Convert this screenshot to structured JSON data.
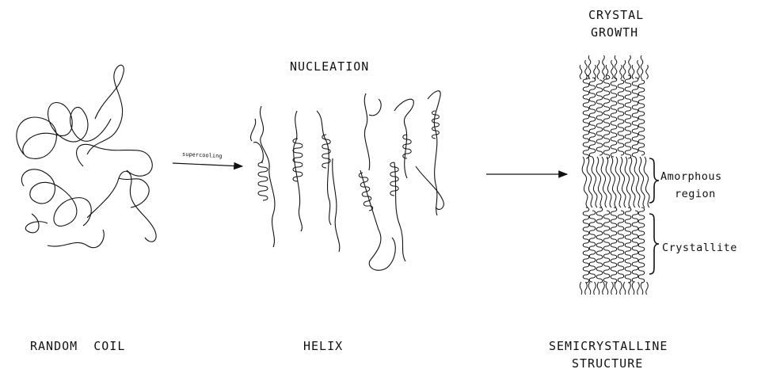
{
  "labels": {
    "crystal": "CRYSTAL",
    "growth": "GROWTH",
    "nucleation": "NUCLEATION",
    "amorphous": "Amorphous",
    "region": "region",
    "crystallite": "Crystallite",
    "random_coil": "RANDOM  COIL",
    "helix": "HELIX",
    "semicrystalline": "SEMICRYSTALLINE",
    "structure": "STRUCTURE",
    "arrow_note": "supercooling"
  },
  "colors": {
    "ink": "#111111",
    "background": "#ffffff"
  }
}
